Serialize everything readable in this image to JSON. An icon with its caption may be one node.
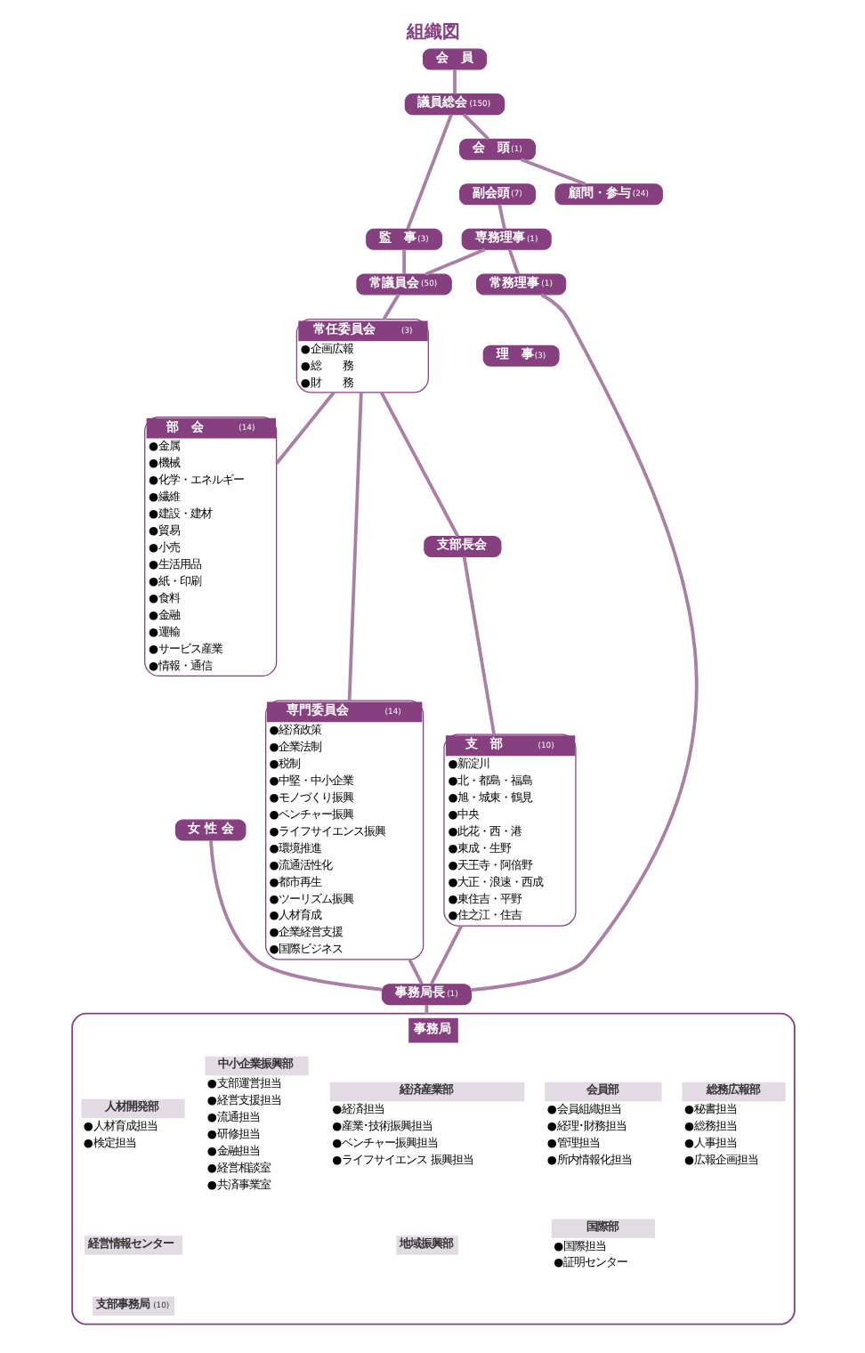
{
  "diagram": {
    "title": "組織図",
    "nodes": [
      {
        "text": [
          "会　員"
        ]
      },
      {
        "text": [
          "議員総会",
          "(150)"
        ]
      },
      {
        "text": [
          "監　事",
          "(3)"
        ]
      },
      {
        "text": [
          "会　頭",
          "(1)"
        ]
      },
      {
        "text": [
          "副会頭",
          "(7)"
        ]
      },
      {
        "text": [
          "顧問・参与",
          "(24)"
        ]
      },
      {
        "text": [
          "専務理事",
          "(1)"
        ]
      },
      {
        "text": [
          "常務理事",
          "(1)"
        ]
      },
      {
        "text": [
          "理　事",
          "(3)"
        ]
      },
      {
        "text": [
          "常議員会",
          "(50)"
        ]
      },
      {
        "text": [
          "常任委員会",
          "(3)",
          "●企画広報",
          "●総　　務",
          "●財　　務"
        ]
      },
      {
        "text": [
          "部　会",
          "(14)",
          "●金属",
          "●機械",
          "●化学・エネルギー",
          "●繊維",
          "●建設・建材",
          "●貿易",
          "●小売",
          "●生活用品",
          "●紙・印刷",
          "●食料",
          "●金融",
          "●運輸",
          "●サービス産業",
          "●情報・通信"
        ]
      },
      {
        "text": [
          "女 性 会"
        ]
      },
      {
        "text": [
          "専門委員会",
          "(14)",
          "●経済政策",
          "●企業法制",
          "●税制",
          "●中堅・中小企業",
          "●モノづくり振興",
          "●ベンチャー振興",
          "●ライフサイエンス振興",
          "●環境推進",
          "●流通活性化",
          "●都市再生",
          "●ツーリズム振興",
          "●人材育成",
          "●企業経営支援",
          "●国際ビジネス"
        ]
      },
      {
        "text": [
          "支部長会"
        ]
      },
      {
        "text": [
          "支　部",
          "(10)",
          "●新淀川",
          "●北・都島・福島",
          "●旭・城東・鶴見",
          "●中央",
          "●此花・西・港",
          "●東成・生野",
          "●天王寺・阿倍野",
          "●大正・浪速・西成",
          "●東住吉・平野",
          "●住之江・住吉"
        ]
      },
      {
        "text": [
          "事務局長",
          "(1)"
        ]
      },
      {
        "text": [
          "事務局"
        ]
      },
      {
        "text": [
          "総務広報部"
        ],
        "in": 17,
        "beside": [
          "●秘書担当",
          "●総務担当",
          "●人事担当",
          "●広報企画担当"
        ]
      },
      {
        "text": [
          "会員部"
        ],
        "in": 17,
        "beside": [
          "●会員組織担当",
          "●経理･財務担当",
          "●管理担当",
          "●所内情報化担当"
        ]
      },
      {
        "text": [
          "国際部"
        ],
        "in": 17,
        "beside": [
          "●国際担当",
          "●証明センター"
        ]
      },
      {
        "text": [
          "経済産業部"
        ],
        "in": 17,
        "beside": [
          "●経済担当",
          "●産業･技術振興担当",
          "●ベンチャー振興担当",
          "●ライフサイエンス 振興担当"
        ]
      },
      {
        "text": [
          "地域振興部"
        ],
        "in": 17
      },
      {
        "text": [
          "中小企業振興部"
        ],
        "in": 17,
        "beside": [
          "●支部運営担当",
          "●経営支援担当",
          "●流通担当",
          "●研修担当",
          "●金融担当",
          "●経営相談室",
          "●共済事業室"
        ]
      },
      {
        "text": [
          "人材開発部"
        ],
        "in": 17,
        "beside": [
          "●人材育成担当",
          "●検定担当"
        ]
      },
      {
        "text": [
          "経営情報センター"
        ],
        "in": 17
      },
      {
        "text": [
          "支部事務局",
          "(10)"
        ],
        "in": 17
      }
    ],
    "edges": [
      {
        "from": 0,
        "to": 1,
        "arrow": "none"
      },
      {
        "from": 1,
        "to": 2,
        "arrow": "none"
      },
      {
        "from": 2,
        "to": 9,
        "arrow": "none"
      },
      {
        "from": 1,
        "to": 3,
        "arrow": "none"
      },
      {
        "from": 3,
        "to": 5,
        "arrow": "none"
      },
      {
        "from": 4,
        "to": 6,
        "arrow": "none"
      },
      {
        "from": 6,
        "to": 7,
        "arrow": "none"
      },
      {
        "from": 6,
        "to": 9,
        "arrow": "none"
      },
      {
        "from": 9,
        "to": 10,
        "arrow": "none"
      },
      {
        "from": 10,
        "to": 11,
        "arrow": "none"
      },
      {
        "from": 10,
        "to": 13,
        "arrow": "none"
      },
      {
        "from": 10,
        "to": 14,
        "arrow": "none"
      },
      {
        "from": 14,
        "to": 15,
        "arrow": "none"
      },
      {
        "from": 12,
        "to": 16,
        "arrow": "none"
      },
      {
        "from": 13,
        "to": 16,
        "arrow": "none"
      },
      {
        "from": 15,
        "to": 16,
        "arrow": "none"
      },
      {
        "from": 7,
        "to": 16,
        "arrow": "none"
      },
      {
        "from": 16,
        "to": 17,
        "arrow": "none"
      }
    ]
  }
}
